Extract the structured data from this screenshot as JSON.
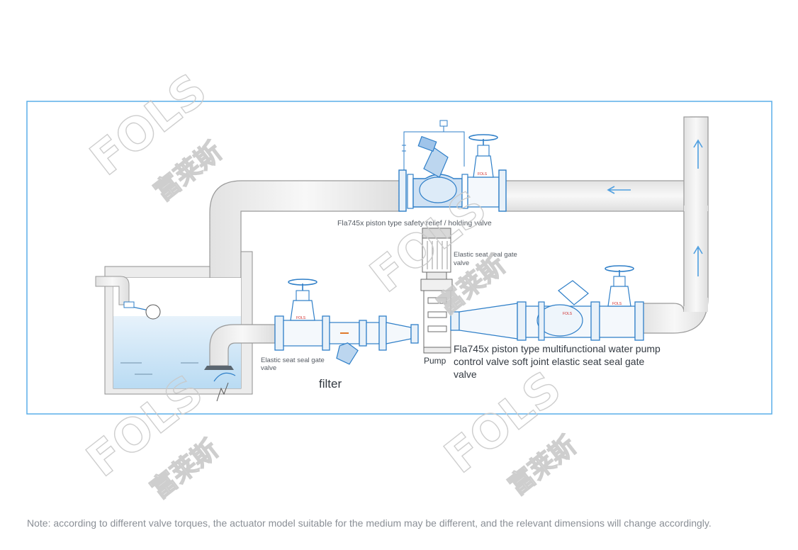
{
  "labels": {
    "relief_valve": "Fla745x piston type safety relief / holding valve",
    "gate_valve_top_line1": "Elastic seat seal gate",
    "gate_valve_top_line2": "valve",
    "gate_valve_left_line1": "Elastic seat seal gate",
    "gate_valve_left_line2": "valve",
    "filter": "filter",
    "pump": "Pump",
    "pump_control_line1": "Fla745x piston type multifunctional water pump",
    "pump_control_line2": "control valve soft joint elastic seat seal gate",
    "pump_control_line3": "valve",
    "valve_badge": "FOLS"
  },
  "watermark": {
    "latin": "FOLS",
    "cjk": "富莱斯"
  },
  "note": "Note: according to different valve torques, the actuator model suitable for the medium may be different, and the relevant dimensions will change accordingly.",
  "colors": {
    "frame": "#5aaee8",
    "pipe_fill": "#f1f1f1",
    "pipe_stroke": "#9a9a9a",
    "valve_blue": "#2f7fc8",
    "water": "#cfe5f5",
    "arrow": "#4f9fe0"
  }
}
